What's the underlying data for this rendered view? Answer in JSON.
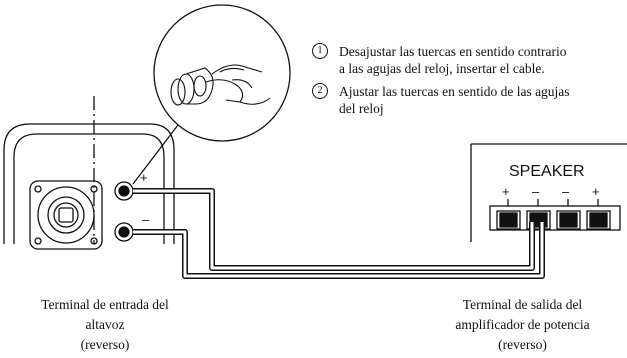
{
  "instructions": [
    {
      "num": "1",
      "text": "Desajustar las tuercas en sentido contrario\na las agujas del reloj, insertar el cable."
    },
    {
      "num": "2",
      "text": "Ajustar las tuercas en sentido de las agujas\ndel reloj"
    }
  ],
  "speaker_panel": {
    "polarity_plus": "+",
    "polarity_minus": "–"
  },
  "amplifier_panel": {
    "title": "SPEAKER",
    "polarity_labels": [
      "+",
      "–",
      "–",
      "+"
    ]
  },
  "captions": {
    "speaker": "Terminal de entrada del\naltavoz\n(reverso)",
    "amplifier": "Terminal de salida del\namplificador de potencia\n(reverso)"
  }
}
